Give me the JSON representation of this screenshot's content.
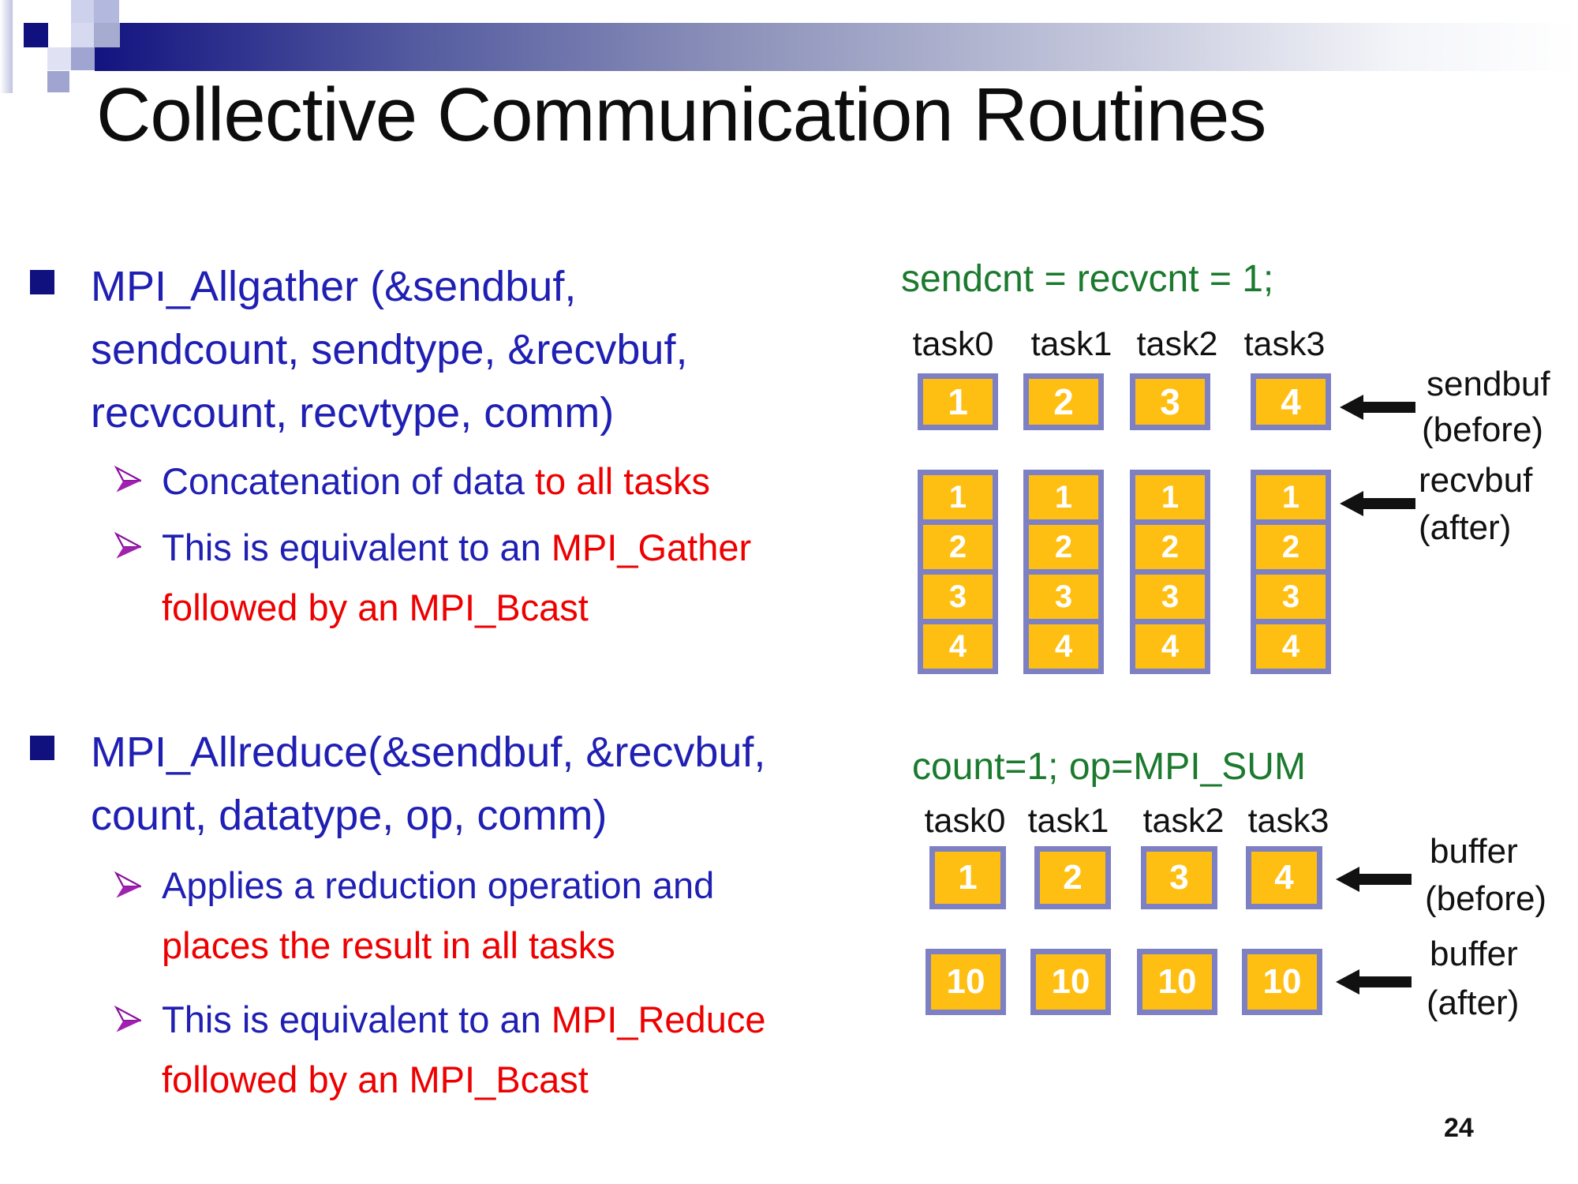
{
  "slide": {
    "title": "Collective Communication Routines",
    "page_number": "24"
  },
  "colors": {
    "body_blue": "#1F1FB4",
    "emphasis_red": "#EE0000",
    "code_green": "#1B7A2E",
    "box_fill_orange": "#FFBF12",
    "box_border_purple": "#7E80C4",
    "bullet_navy": "#10107E",
    "arrow_bullet_purple": "#A020B0",
    "header_bar_navy": "#131380"
  },
  "allgather": {
    "line1": "MPI_Allgather (&sendbuf,",
    "line2": "sendcount, sendtype, &recvbuf,",
    "line3": "recvcount, recvtype, comm)",
    "sub1_blue": "Concatenation of data ",
    "sub1_red": "to all tasks",
    "sub2_blue": "This is equivalent to an ",
    "sub2_red": "MPI_Gather",
    "sub2_line2_red": "followed by an MPI_Bcast"
  },
  "allreduce": {
    "line1": "MPI_Allreduce(&sendbuf, &recvbuf,",
    "line2": "count, datatype, op, comm)",
    "sub1_blue": "Applies a reduction operation and",
    "sub1_line2_red": "places the result in all tasks",
    "sub2_blue": "This is equivalent to an ",
    "sub2_red": "MPI_Reduce",
    "sub2_line2_red": "followed by an MPI_Bcast"
  },
  "allgather_diagram": {
    "param": "sendcnt = recvcnt = 1;",
    "tasks": [
      "task0",
      "task1",
      "task2",
      "task3"
    ],
    "sendbuf": [
      "1",
      "2",
      "3",
      "4"
    ],
    "recvbuf": [
      [
        "1",
        "2",
        "3",
        "4"
      ],
      [
        "1",
        "2",
        "3",
        "4"
      ],
      [
        "1",
        "2",
        "3",
        "4"
      ],
      [
        "1",
        "2",
        "3",
        "4"
      ]
    ],
    "sendbuf_label": [
      "sendbuf",
      "(before)"
    ],
    "recvbuf_label": [
      "recvbuf",
      "(after)"
    ]
  },
  "allreduce_diagram": {
    "param": "count=1; op=MPI_SUM",
    "tasks": [
      "task0",
      "task1",
      "task2",
      "task3"
    ],
    "before": [
      "1",
      "2",
      "3",
      "4"
    ],
    "after": [
      "10",
      "10",
      "10",
      "10"
    ],
    "before_label": [
      "buffer",
      "(before)"
    ],
    "after_label": [
      "buffer",
      "(after)"
    ]
  }
}
